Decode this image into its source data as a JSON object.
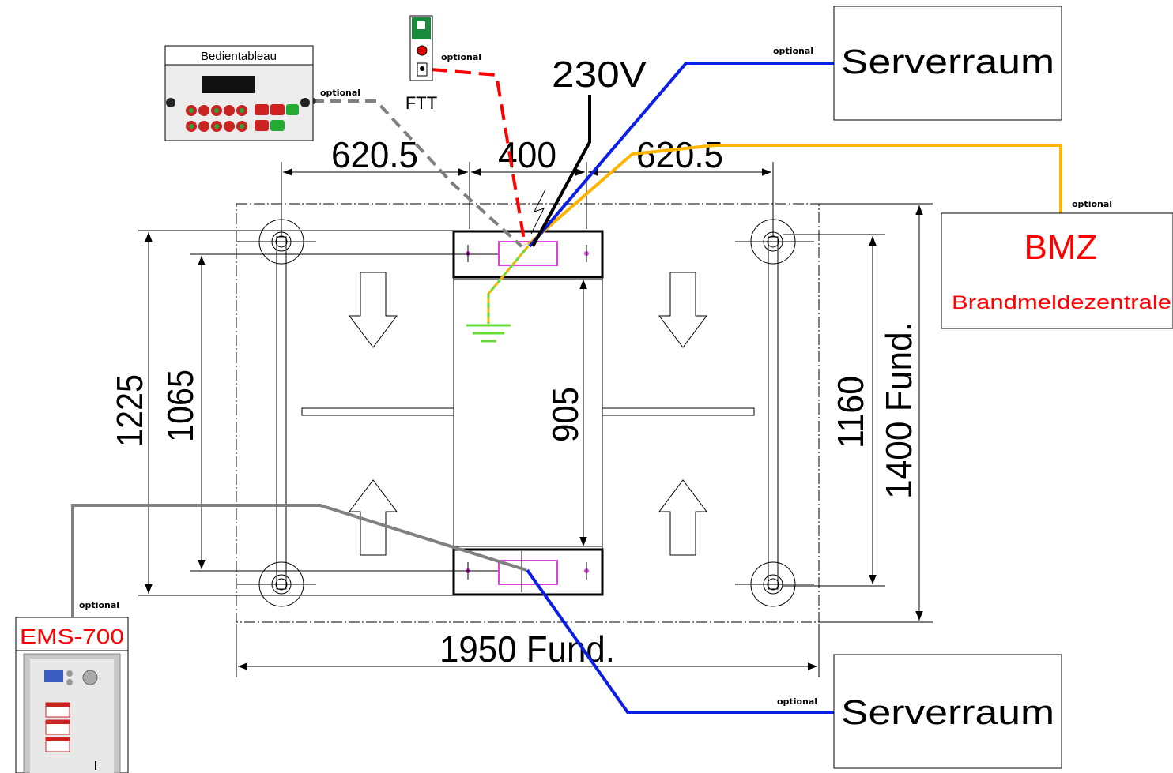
{
  "labels": {
    "voltage": "230V",
    "ftt": "FTT",
    "panel_title": "Bedientableau",
    "optional": "optional",
    "server_room_top": "Serverraum",
    "server_room_bottom": "Serverraum",
    "bmz": "BMZ",
    "bmz_full": "Brandmeldezentrale",
    "ems": "EMS-700"
  },
  "dimensions": {
    "top_left": "620.5",
    "top_mid": "400",
    "top_right": "620.5",
    "bottom": "1950 Fund.",
    "left_outer": "1225",
    "left_inner": "1065",
    "center": "905",
    "right_inner": "1160",
    "right_outer": "1400 Fund."
  },
  "colors": {
    "cable_blue": "#0a1ee6",
    "cable_orange": "#ffb400",
    "cable_red": "#ff0000",
    "cable_grey": "#808080",
    "cable_black": "#000000",
    "earth_green": "#66dd33",
    "marker_magenta": "#e040e0",
    "label_red": "#ff0000"
  }
}
